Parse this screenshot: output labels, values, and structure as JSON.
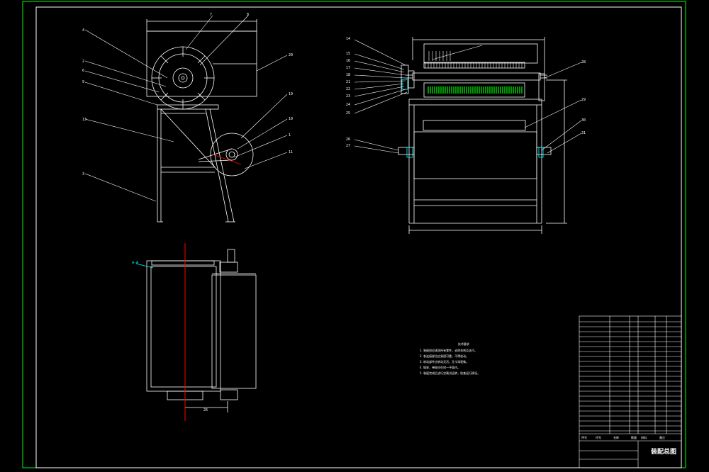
{
  "colors": {
    "background": "#000000",
    "frame": "#00ff00",
    "lines": "#ffffff",
    "centerline": "#ff0000",
    "dimension": "#00ffff",
    "pins": "#00ff00"
  },
  "front_view_labels": [
    "4",
    "7",
    "8",
    "2",
    "6",
    "9",
    "20",
    "19",
    "10",
    "1",
    "11",
    "13",
    "3"
  ],
  "side_view_labels": [
    "14",
    "15",
    "16",
    "17",
    "18",
    "21",
    "22",
    "23",
    "24",
    "25",
    "26",
    "27",
    "28",
    "29",
    "30",
    "31"
  ],
  "top_view": {
    "dimension_label": "A-A",
    "bottom_dim": "26"
  },
  "notes_title": "技术要求",
  "notes_lines": [
    "1. 装配前应清洗所有零件，去除毛刺及油污。",
    "2. 各连接部位应紧固可靠，不得松动。",
    "3. 转动部件应转动灵活，无卡滞现象。",
    "4. 链轮、带轮应在同一平面内。",
    "5. 装配完成后进行空载试运转，检查运行情况。"
  ],
  "title_block": {
    "drawing_name": "装配总图",
    "header_cols": [
      "序号",
      "代号",
      "名称",
      "数量",
      "材料",
      "备注"
    ]
  }
}
